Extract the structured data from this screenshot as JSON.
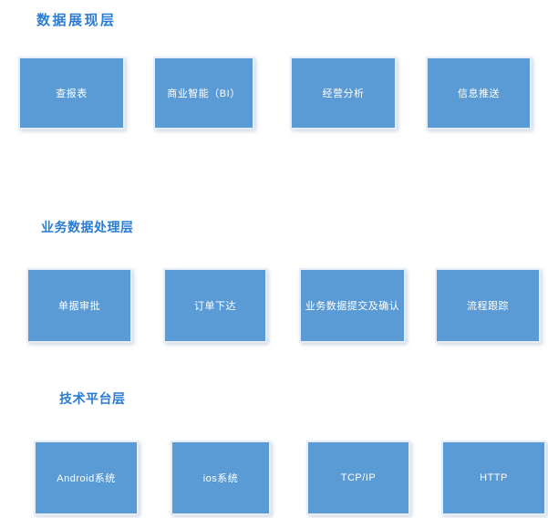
{
  "colors": {
    "box_fill": "#5B9BD5",
    "box_border": "#e6edf7",
    "box_text": "#ffffff",
    "layer_title_text": "#2B7CD3",
    "background": "#ffffff"
  },
  "layers": [
    {
      "title": "数据展现层",
      "boxes": [
        "查报表",
        "商业智能（BI）",
        "经营分析",
        "信息推送"
      ]
    },
    {
      "title": "业务数据处理层",
      "boxes": [
        "单据审批",
        "订单下达",
        "业务数据提交及确认",
        "流程跟踪"
      ]
    },
    {
      "title": "技术平台层",
      "boxes": [
        "Android系统",
        "ios系统",
        "TCP/IP",
        "HTTP"
      ]
    }
  ]
}
